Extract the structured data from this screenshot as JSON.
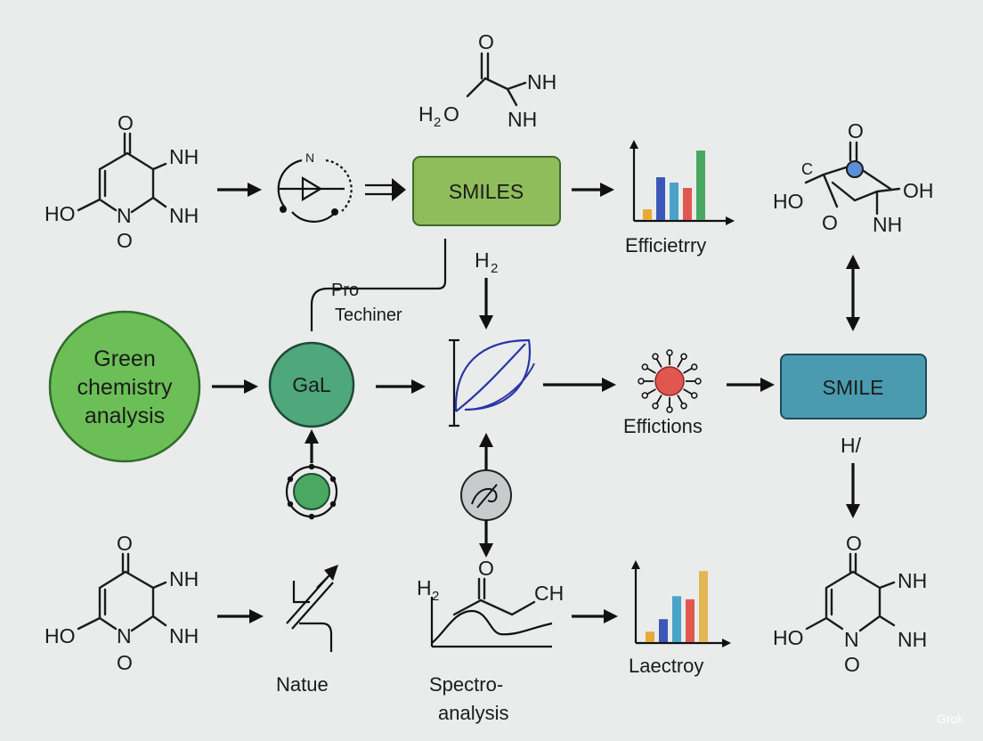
{
  "nodes": {
    "smiles_top": "SMILES",
    "smile_right": "SMILE",
    "green_circle": [
      "Green",
      "chemistry",
      "analysis"
    ],
    "gal": "GaL"
  },
  "labels": {
    "efficiency_top": "Efficietrry",
    "efficiency_mid": "Effictions",
    "laectroy": "Laectroy",
    "natue": "Natue",
    "spectro": [
      "Spectro-",
      "analysis"
    ],
    "pro": "Pro",
    "techiner": "Techiner",
    "h2_mid": "H",
    "h2_mid_sub": "2",
    "h_right": "H/",
    "h2_spectro": "H",
    "h2_spectro_sub": "2",
    "ch": "CH"
  },
  "molecules": {
    "top_left": {
      "o_top": "O",
      "nh_1": "NH",
      "nh_2": "NH",
      "ho": "HO",
      "n": "N",
      "o_bot": "O"
    },
    "bottom_left": {
      "o_top": "O",
      "nh_1": "NH",
      "nh_2": "NH",
      "ho": "HO",
      "n": "N",
      "o_bot": "O"
    },
    "bottom_right": {
      "o_top": "O",
      "nh_1": "NH",
      "nh_2": "NH",
      "ho": "HO",
      "n": "N",
      "o_bot": "O"
    },
    "top_center": {
      "o": "O",
      "nh_1": "NH",
      "h2o_h": "H",
      "h2o_sub": "2",
      "h2o_o": "O",
      "nh_2": "NH"
    },
    "top_right": {
      "o": "O",
      "c": "C",
      "ho": "HO",
      "oh": "OH",
      "o_low": "O",
      "nh": "NH"
    },
    "spectro_o": "O",
    "compass_n": "N"
  },
  "colors": {
    "green_node": "#6cbf57",
    "gal_node": "#4fa77c",
    "smiles_box": "#8fbd5c",
    "smile_box": "#4a9bb0",
    "bar_orange": "#e8a938",
    "bar_blue": "#3b57b8",
    "bar_teal": "#4aa3c8",
    "bar_red": "#e0574f",
    "bar_green": "#4aa862",
    "bar_gold": "#e2b653"
  },
  "chart_data": [
    {
      "type": "bar",
      "values": [
        1,
        4,
        3.5,
        3,
        6.5
      ],
      "colors": [
        "#e8a938",
        "#3b57b8",
        "#4aa3c8",
        "#e0574f",
        "#4aa862"
      ],
      "ymax": 7
    },
    {
      "type": "bar",
      "values": [
        1,
        2.2,
        4.4,
        4.1,
        6.8
      ],
      "colors": [
        "#e8a938",
        "#3b57b8",
        "#4aa3c8",
        "#e0574f",
        "#e2b653"
      ],
      "ymax": 7.5
    }
  ],
  "watermark": "Grok"
}
